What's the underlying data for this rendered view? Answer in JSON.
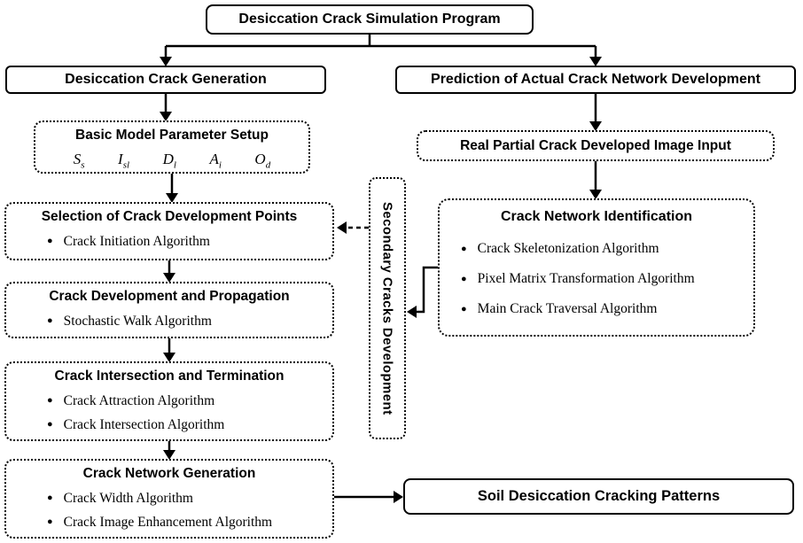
{
  "title": "Desiccation Crack Simulation Program",
  "left": {
    "header": "Desiccation Crack Generation",
    "param_setup": {
      "title": "Basic Model Parameter Setup",
      "params": [
        {
          "base": "S",
          "sub": "s"
        },
        {
          "base": "I",
          "sub": "sl"
        },
        {
          "base": "D",
          "sub": "l"
        },
        {
          "base": "A",
          "sub": "i"
        },
        {
          "base": "O",
          "sub": "d"
        }
      ]
    },
    "steps": [
      {
        "title": "Selection of Crack Development Points",
        "bullets": [
          "Crack Initiation Algorithm"
        ]
      },
      {
        "title": "Crack Development and Propagation",
        "bullets": [
          "Stochastic Walk Algorithm"
        ]
      },
      {
        "title": "Crack Intersection and Termination",
        "bullets": [
          "Crack Attraction Algorithm",
          "Crack Intersection Algorithm"
        ]
      },
      {
        "title": "Crack Network Generation",
        "bullets": [
          "Crack Width Algorithm",
          "Crack Image Enhancement Algorithm"
        ]
      }
    ]
  },
  "right": {
    "header": "Prediction of Actual Crack Network Development",
    "image_input": "Real Partial Crack Developed Image Input",
    "identification": {
      "title": "Crack Network Identification",
      "bullets": [
        "Crack Skeletonization Algorithm",
        "Pixel Matrix Transformation Algorithm",
        "Main Crack Traversal Algorithm"
      ]
    }
  },
  "middle": "Secondary Cracks Development",
  "output": "Soil Desiccation Cracking Patterns",
  "colors": {
    "line": "#000000",
    "background": "#ffffff"
  }
}
